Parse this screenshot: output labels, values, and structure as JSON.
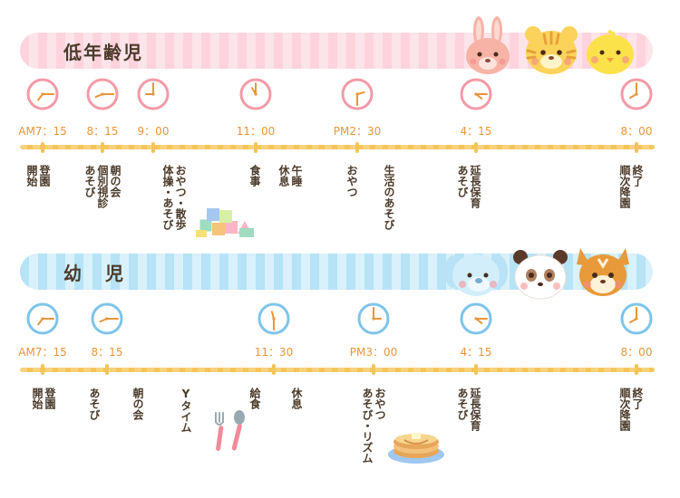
{
  "infant": {
    "title": "低年齢児",
    "times": [
      "AM7：15",
      "8：15",
      "9：00",
      "11：00",
      "PM2：30",
      "4：15",
      "8：00"
    ],
    "activities": [
      [
        "登園",
        "開始"
      ],
      [
        "朝の会",
        "個別視診",
        "あそび"
      ],
      [
        "おやつ・散歩",
        "体操・あそび"
      ],
      [
        "食事"
      ],
      [
        "午睡",
        "休息"
      ],
      [
        "おやつ"
      ],
      [
        "生活のあそび"
      ],
      [
        "延長保育",
        "あそび"
      ],
      [
        "終了",
        "順次降園"
      ]
    ]
  },
  "child": {
    "title": "幼児",
    "times": [
      "AM7：15",
      "8：15",
      "11：30",
      "PM3：00",
      "4：15",
      "8：00"
    ],
    "activities": [
      [
        "登園",
        "開始"
      ],
      [
        "あそび"
      ],
      [
        "朝の会"
      ],
      [
        "Yタイム"
      ],
      [
        "給食"
      ],
      [
        "休息"
      ],
      [
        "おやつ",
        "あそび・リズム"
      ],
      [
        "延長保育",
        "あそび"
      ],
      [
        "終了",
        "順次降園"
      ]
    ]
  },
  "colors": {
    "pink_clock": "#f49aa7",
    "blue_clock": "#7ec4ea",
    "time_text": "#e8953a",
    "timeline": "#f3c55a"
  },
  "icons": [
    "bunny-icon",
    "tiger-icon",
    "chick-icon",
    "dog-icon",
    "panda-icon",
    "deer-icon",
    "blocks-icon",
    "fork-spoon-icon",
    "pancake-icon"
  ]
}
